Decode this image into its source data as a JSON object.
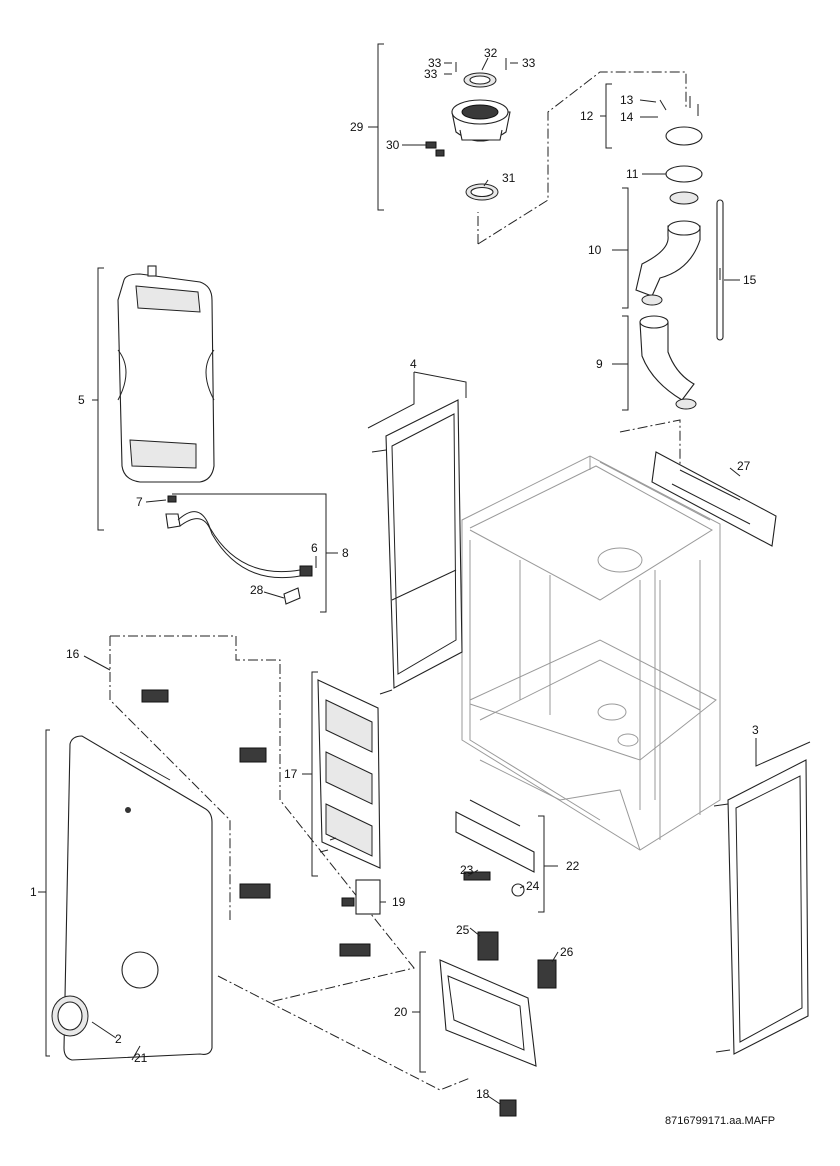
{
  "drawing_reference": "8716799171.aa.MAFP",
  "callouts": {
    "c1": "1",
    "c2": "2",
    "c3": "3",
    "c4": "4",
    "c5": "5",
    "c6": "6",
    "c7": "7",
    "c8": "8",
    "c9": "9",
    "c10": "10",
    "c11": "11",
    "c12": "12",
    "c13": "13",
    "c14": "14",
    "c15": "15",
    "c16": "16",
    "c17": "17",
    "c18": "18",
    "c19": "19",
    "c20": "20",
    "c21": "21",
    "c22": "22",
    "c23": "23",
    "c24": "24",
    "c25": "25",
    "c26": "26",
    "c27": "27",
    "c28": "28",
    "c29": "29",
    "c30": "30",
    "c31": "31",
    "c32": "32",
    "c33": "33"
  }
}
